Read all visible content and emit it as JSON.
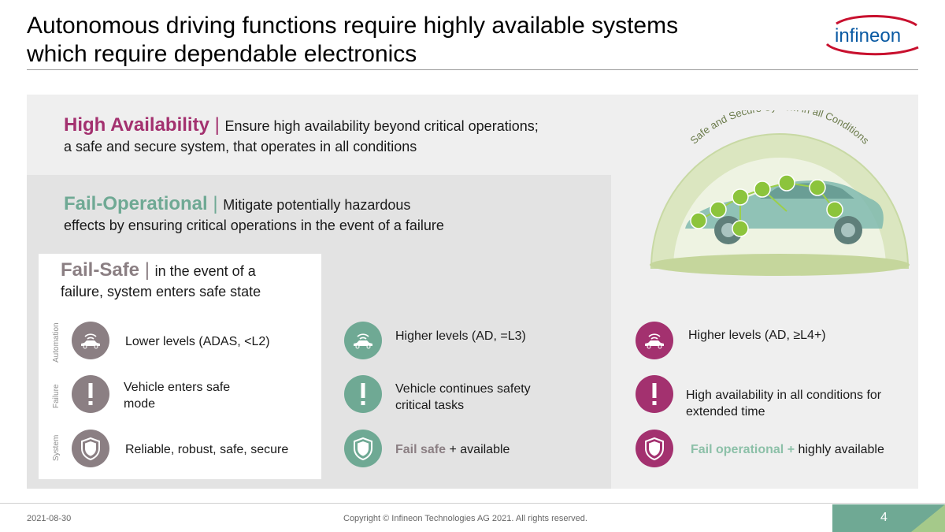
{
  "slide": {
    "title_line1": "Autonomous driving functions require highly available systems",
    "title_line2": "which require dependable electronics",
    "logo_text": "infineon"
  },
  "tiers": {
    "high_availability": {
      "head": "High Availability",
      "sep": " | ",
      "desc1": "Ensure high availability beyond critical operations;",
      "desc2": "a safe and secure system, that operates in all conditions"
    },
    "fail_operational": {
      "head": "Fail-Operational",
      "sep": " | ",
      "desc1": "Mitigate potentially hazardous",
      "desc2": "effects by ensuring critical operations in the event of a failure"
    },
    "fail_safe": {
      "head": "Fail-Safe",
      "sep": " | ",
      "desc1": "in the event of a",
      "desc2": "failure, system enters safe state"
    }
  },
  "row_labels": {
    "automation": "Automation",
    "failure": "Failure",
    "system": "System"
  },
  "columns": {
    "fail_safe": {
      "automation": "Lower levels (ADAS, <L2)",
      "failure_line1": "Vehicle enters safe",
      "failure_line2": "mode",
      "system": "Reliable, robust, safe, secure"
    },
    "fail_operational": {
      "automation": "Higher levels (AD, =L3)",
      "failure_line1": "Vehicle continues safety",
      "failure_line2": "critical tasks",
      "system_highlight": "Fail safe",
      "system_rest": " + available"
    },
    "high_availability": {
      "automation": "Higher levels (AD, ≥L4+)",
      "failure_line1": "High availability in all conditions for",
      "failure_line2": "extended time",
      "system_highlight": "Fail operational +",
      "system_rest": " highly available"
    }
  },
  "dome": {
    "arc_text": "Safe and Secure System in all Conditions"
  },
  "footer": {
    "date": "2021-08-30",
    "copyright": "Copyright © Infineon Technologies AG 2021. All rights reserved.",
    "page": "4"
  },
  "colors": {
    "pink": "#a3316f",
    "green": "#6fa994",
    "gray": "#8b7f83"
  },
  "icons": {
    "automation": "car-wireless-icon",
    "failure": "exclamation-icon",
    "system": "shield-icon"
  }
}
